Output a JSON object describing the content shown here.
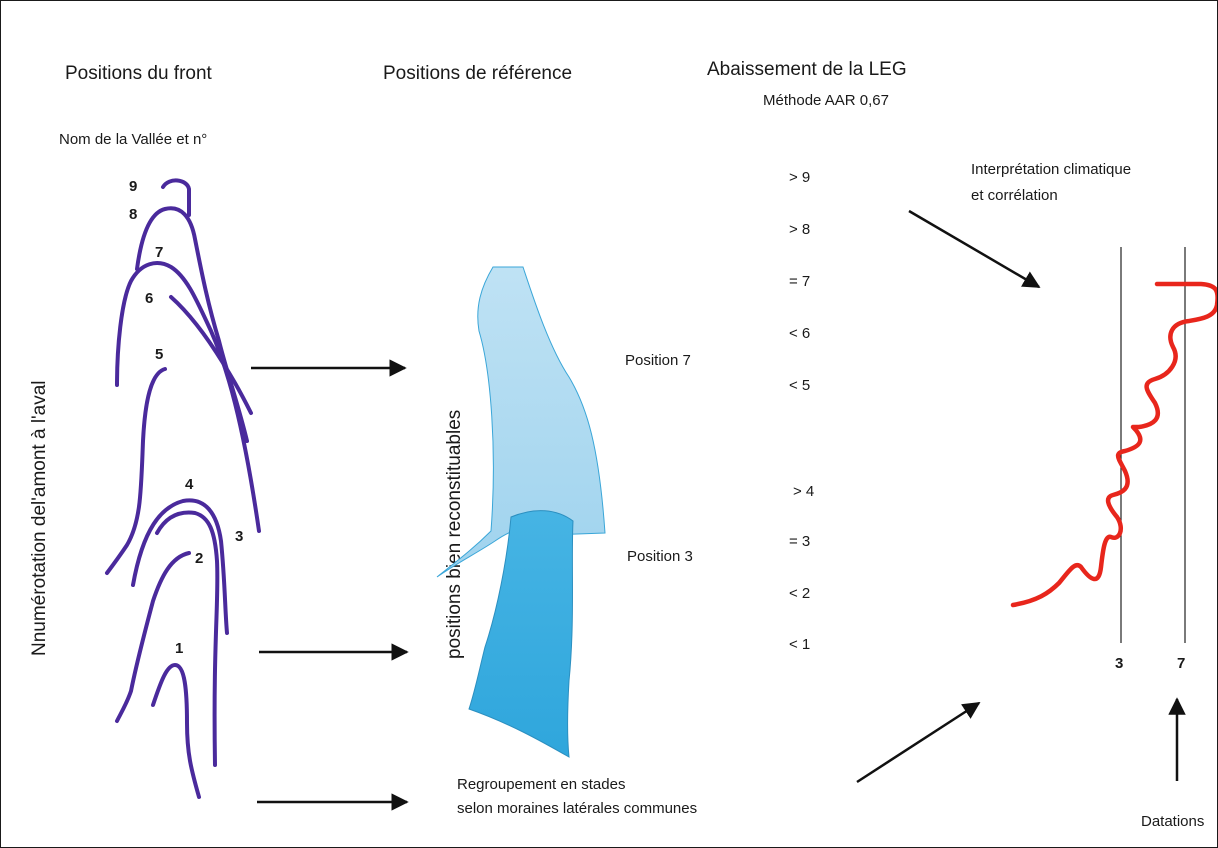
{
  "headings": {
    "col1": "Positions du front",
    "col2": "Positions de référence",
    "col3": "Abaissement de la LEG",
    "col3_sub": "Méthode  AAR 0,67"
  },
  "valley_label": "Nom de la Vallée et n°",
  "vertical_label": "Nnumérotation del'amont à l'aval",
  "reconstructible_label": "positions bien reconstituables",
  "front_numbers": [
    "9",
    "8",
    "7",
    "6",
    "5",
    "4",
    "3",
    "2",
    "1"
  ],
  "position_labels": [
    "Position 7",
    "Position 3"
  ],
  "leg_values": [
    "> 9",
    "> 8",
    "= 7",
    "< 6",
    "< 5",
    "> 4",
    "= 3",
    "< 2",
    "< 1"
  ],
  "climate_label": [
    "Interprétation climatique",
    "et corrélation"
  ],
  "regroupement_label": [
    "Regroupement en stades",
    "selon moraines latérales communes"
  ],
  "datations_label": "Datations",
  "axis_labels": [
    "3",
    "7"
  ],
  "colors": {
    "moraine": "#4a2a9c",
    "glacier_light": "#a6d6f0",
    "glacier_dark": "#3daee0",
    "climate_curve": "#e8261c"
  }
}
